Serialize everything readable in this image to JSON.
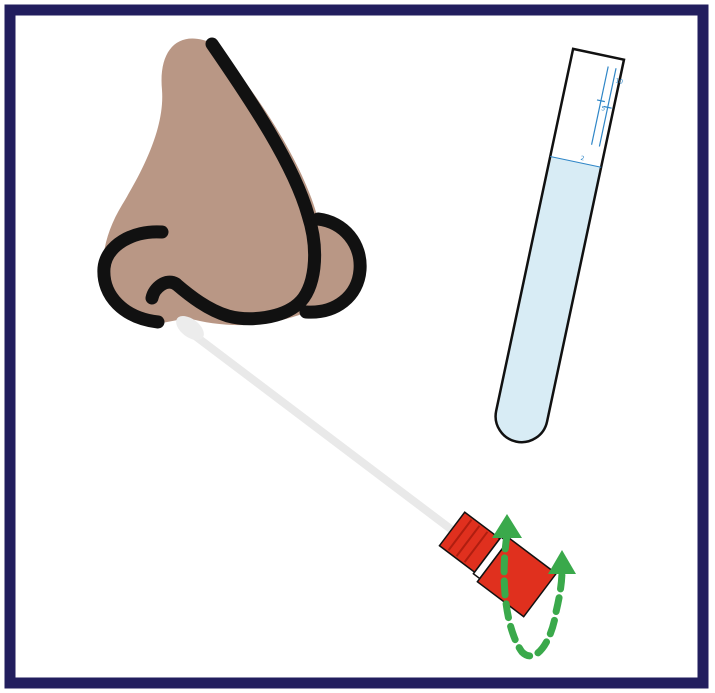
{
  "illustration": {
    "tube_labels": [
      "10",
      "5",
      "2"
    ],
    "colors": {
      "border": "#221e5e",
      "skin": "#b99785",
      "outline": "#111111",
      "swab_stick": "#e9e9e9",
      "tube_liquid": "#d8ecf5",
      "tube_marks": "#2f86c7",
      "cap": "#e0301e",
      "arrow": "#3aa94b"
    }
  }
}
